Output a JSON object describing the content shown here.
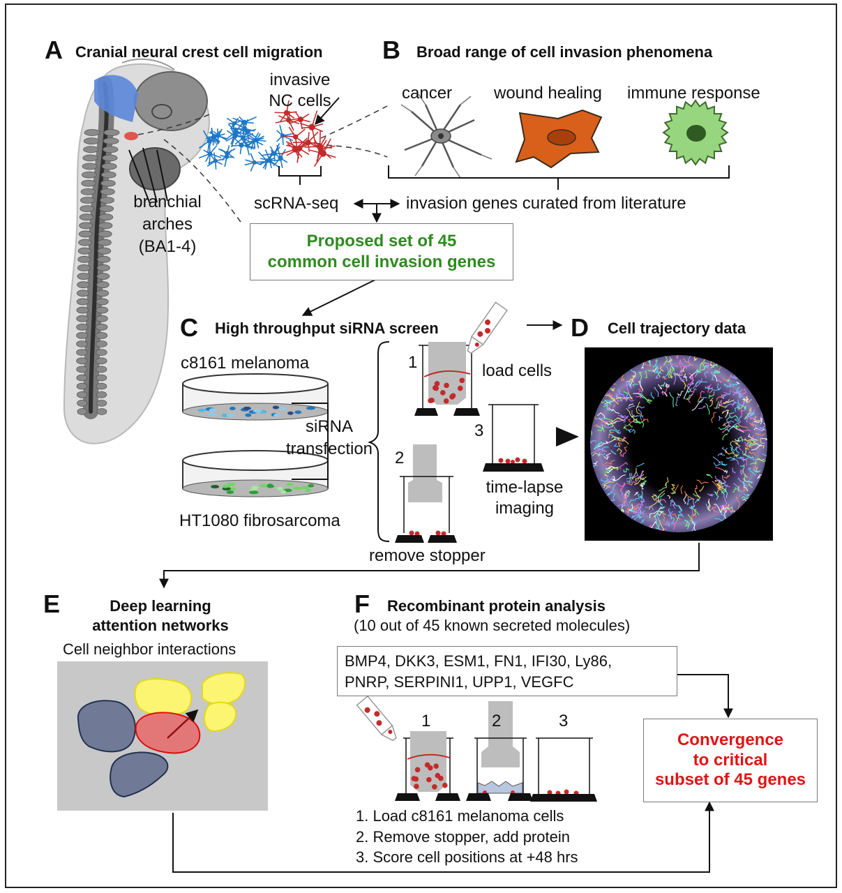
{
  "panel_a": {
    "letter": "A",
    "title": "Cranial neural crest cell migration",
    "invasive_label_1": "invasive",
    "invasive_label_2": "NC cells",
    "arches_1": "branchial",
    "arches_2": "arches",
    "arches_3": "(BA1-4)",
    "scrna": "scRNA-seq"
  },
  "panel_b": {
    "letter": "B",
    "title": "Broad range of cell invasion phenomena",
    "cancer": "cancer",
    "wound": "wound healing",
    "immune": "immune response",
    "curated": "invasion genes curated from literature"
  },
  "proposed": {
    "line1": "Proposed set of 45",
    "line2": "common cell invasion genes"
  },
  "panel_c": {
    "letter": "C",
    "title": "High throughput siRNA screen",
    "melanoma": "c8161 melanoma",
    "fibrosarcoma": "HT1080 fibrosarcoma",
    "sirna_1": "siRNA",
    "sirna_2": "transfection",
    "step1_num": "1",
    "step1": "load cells",
    "step2_num": "2",
    "step2": "remove stopper",
    "step3_num": "3",
    "step3_1": "time-lapse",
    "step3_2": "imaging"
  },
  "panel_d": {
    "letter": "D",
    "title": "Cell trajectory data"
  },
  "panel_e": {
    "letter": "E",
    "title_1": "Deep learning",
    "title_2": "attention networks",
    "sub": "Cell neighbor interactions"
  },
  "panel_f": {
    "letter": "F",
    "title": "Recombinant protein analysis",
    "subtitle": "(10 out of 45 known secreted molecules)",
    "genes_1": "BMP4, DKK3, ESM1, FN1, IFI30, Ly86,",
    "genes_2": "PNRP, SERPINI1, UPP1, VEGFC",
    "num_1": "1",
    "num_2": "2",
    "num_3": "3",
    "steps": [
      "1. Load c8161 melanoma cells",
      "2. Remove stopper, add protein",
      "3. Score cell positions at +48 hrs"
    ]
  },
  "convergence": {
    "line1": "Convergence",
    "line2": "to critical",
    "line3": "subset of 45 genes"
  },
  "colors": {
    "green": "#2e8b1f",
    "red": "#e01414",
    "cell_red": "#c42a2a",
    "cell_blue": "#1f77c4",
    "wound_orange": "#d9601a",
    "immune_green": "#97d67f",
    "gray_panel": "#c8c8c8"
  }
}
